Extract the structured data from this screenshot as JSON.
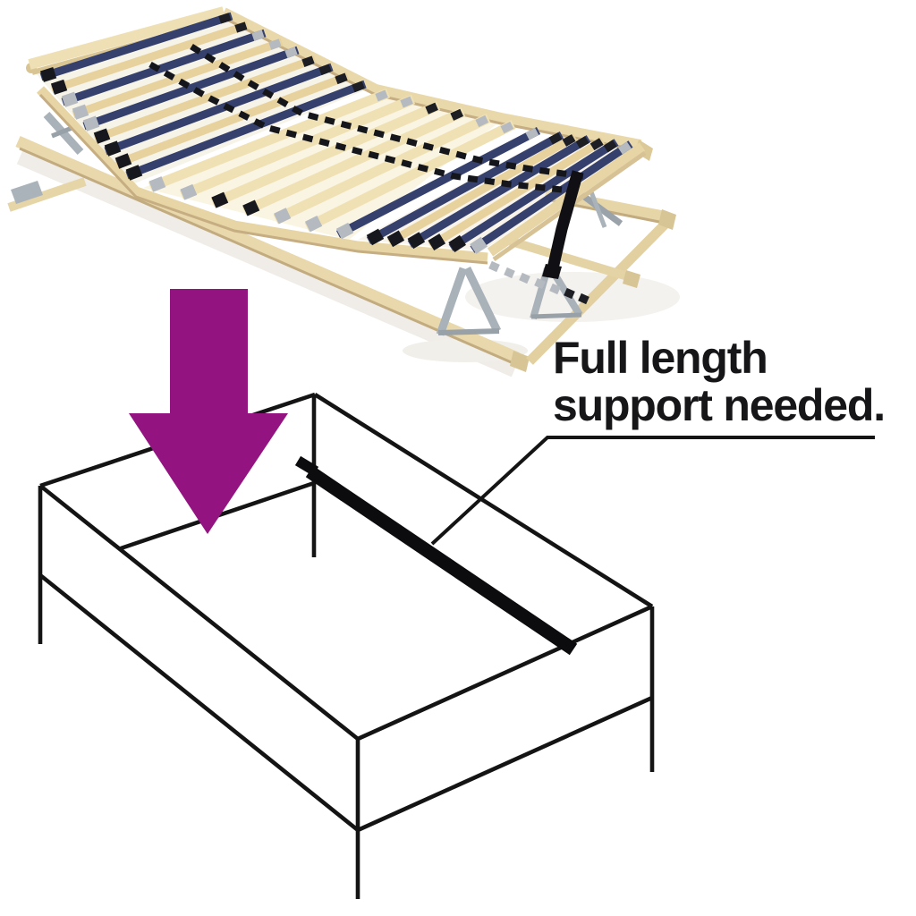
{
  "annotation": {
    "line1": "Full length",
    "line2": "support needed."
  },
  "arrow": {
    "icon": "down-arrow",
    "color": "#931480"
  },
  "drawing": {
    "line_color": "#141414",
    "beam_color": "#0c0c0e"
  },
  "figure": {
    "palette": {
      "navy_slat": "#35406d",
      "wood_slat": "#e7d29e",
      "wood_bright": "#efe1b4",
      "rail_light": "#e9d8aa",
      "rail_shadow": "#c6ae82",
      "holder_black": "#17181d",
      "holder_gray": "#b5bac1",
      "cap_black": "#1c1e24",
      "metal_silver": "#a9b1b9",
      "strap_black": "#101014",
      "background": "#ffffff"
    },
    "slats": [
      {
        "n": [
          46,
          86
        ],
        "f": [
          259,
          18
        ],
        "tone": "navy",
        "holder": "black"
      },
      {
        "n": [
          58,
          100
        ],
        "f": [
          277,
          28
        ],
        "tone": "wood",
        "holder": "black"
      },
      {
        "n": [
          70,
          114
        ],
        "f": [
          296,
          37
        ],
        "tone": "navy",
        "holder": "gray"
      },
      {
        "n": [
          82,
          128
        ],
        "f": [
          315,
          47
        ],
        "tone": "wood",
        "holder": "gray"
      },
      {
        "n": [
          94,
          141
        ],
        "f": [
          333,
          56
        ],
        "tone": "navy",
        "holder": "gray"
      },
      {
        "n": [
          106,
          155
        ],
        "f": [
          352,
          66
        ],
        "tone": "wood",
        "holder": "black"
      },
      {
        "n": [
          118,
          169
        ],
        "f": [
          371,
          75
        ],
        "tone": "navy",
        "holder": "black"
      },
      {
        "n": [
          130,
          183
        ],
        "f": [
          389,
          85
        ],
        "tone": "wood",
        "holder": "black"
      },
      {
        "n": [
          142,
          196
        ],
        "f": [
          408,
          94
        ],
        "tone": "navy",
        "holder": "black"
      },
      {
        "n": [
          168,
          209
        ],
        "f": [
          434,
          104
        ],
        "tone": "bright",
        "holder": "gray"
      },
      {
        "n": [
          203,
          218
        ],
        "f": [
          462,
          111
        ],
        "tone": "bright",
        "holder": "gray"
      },
      {
        "n": [
          238,
          227
        ],
        "f": [
          490,
          118
        ],
        "tone": "bright",
        "holder": "black"
      },
      {
        "n": [
          273,
          236
        ],
        "f": [
          518,
          125
        ],
        "tone": "bright",
        "holder": "black"
      },
      {
        "n": [
          308,
          245
        ],
        "f": [
          546,
          132
        ],
        "tone": "bright",
        "holder": "gray"
      },
      {
        "n": [
          343,
          254
        ],
        "f": [
          574,
          139
        ],
        "tone": "bright",
        "holder": "gray"
      },
      {
        "n": [
          378,
          262
        ],
        "f": [
          602,
          146
        ],
        "tone": "navy",
        "holder": "gray"
      },
      {
        "n": [
          412,
          269
        ],
        "f": [
          628,
          151
        ],
        "tone": "navy",
        "holder": "black"
      },
      {
        "n": [
          435,
          271
        ],
        "f": [
          643,
          153
        ],
        "tone": "wood",
        "holder": "black"
      },
      {
        "n": [
          458,
          273
        ],
        "f": [
          658,
          155
        ],
        "tone": "navy",
        "holder": "black"
      },
      {
        "n": [
          481,
          275
        ],
        "f": [
          674,
          157
        ],
        "tone": "wood",
        "holder": "black"
      },
      {
        "n": [
          504,
          277
        ],
        "f": [
          689,
          159
        ],
        "tone": "navy",
        "holder": "black"
      },
      {
        "n": [
          528,
          279
        ],
        "f": [
          705,
          161
        ],
        "tone": "navy",
        "holder": "gray"
      }
    ]
  }
}
